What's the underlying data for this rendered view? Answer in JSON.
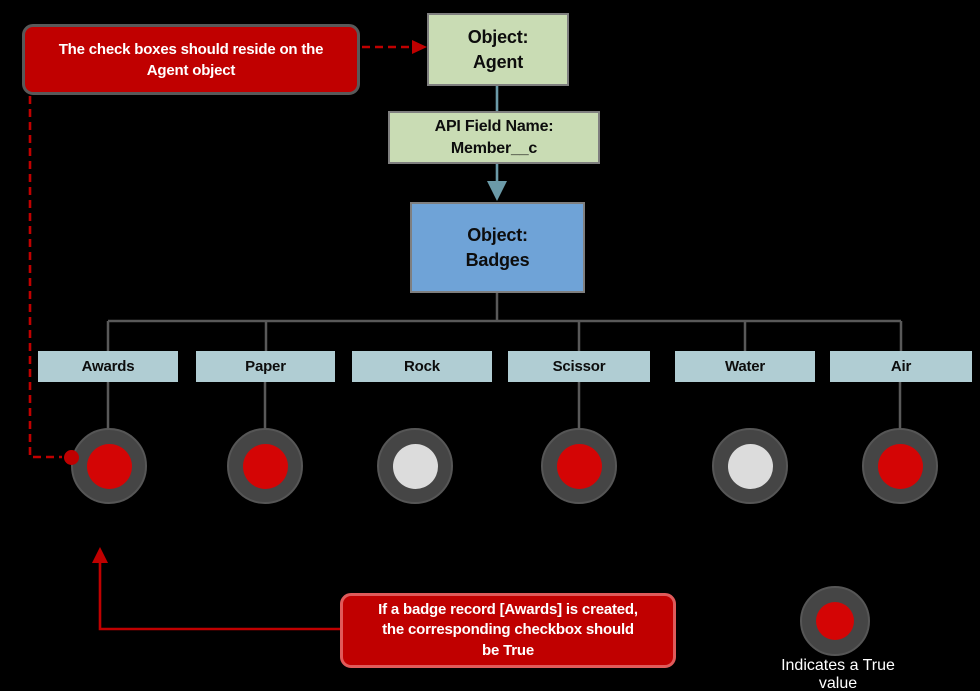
{
  "colors": {
    "background": "#000000",
    "callout_fill": "#c00000",
    "callout_top_border": "#595959",
    "callout_bottom_border": "#e05a5a",
    "object_green_fill": "#c9dcb4",
    "object_blue_fill": "#6fa3d7",
    "badge_label_fill": "#b0cdd3",
    "box_border_gray": "#7f7f7f",
    "connector_gray": "#595959",
    "connector_teal": "#6b9aa8",
    "red_connector": "#c00000",
    "ring_gray": "#454545",
    "true_red": "#d40505",
    "false_gray": "#dcdcdc"
  },
  "callouts": {
    "top": {
      "line1": "The check boxes should reside on the",
      "line2": "Agent object"
    },
    "bottom": {
      "line1": "If a badge record [Awards] is created,",
      "line2": "the corresponding checkbox should",
      "line3": "be True"
    }
  },
  "nodes": {
    "agent": {
      "line1": "Object:",
      "line2": "Agent"
    },
    "api_field": {
      "line1": "API Field Name:",
      "line2": "Member__c"
    },
    "badges": {
      "line1": "Object:",
      "line2": "Badges"
    }
  },
  "badges": [
    {
      "label": "Awards",
      "state": "true"
    },
    {
      "label": "Paper",
      "state": "true"
    },
    {
      "label": "Rock",
      "state": "false"
    },
    {
      "label": "Scissor",
      "state": "true"
    },
    {
      "label": "Water",
      "state": "false"
    },
    {
      "label": "Air",
      "state": "true"
    }
  ],
  "legend": {
    "state": "true",
    "label": "Indicates a True value"
  }
}
